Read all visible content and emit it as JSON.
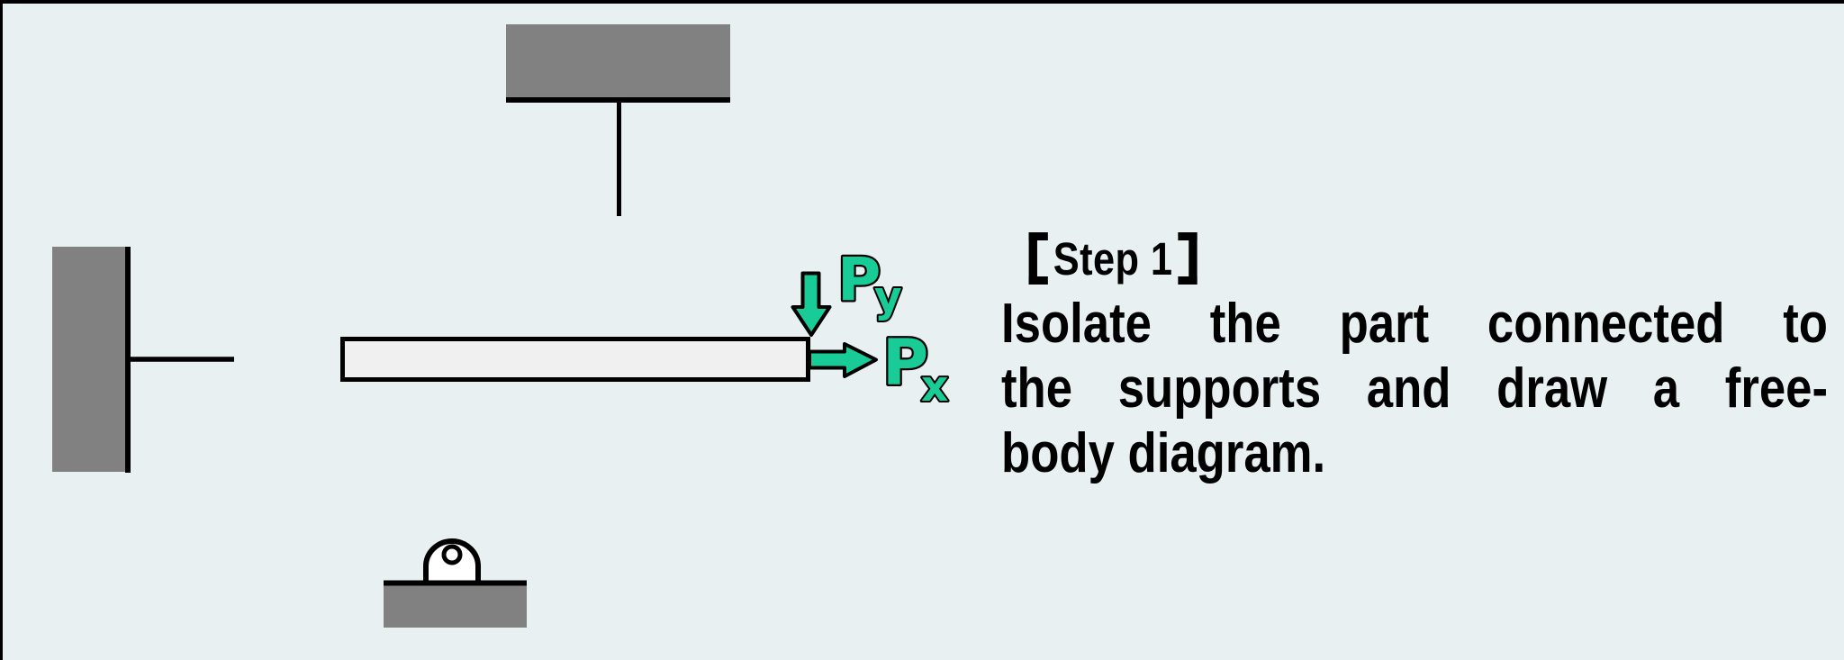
{
  "colors": {
    "background": "#E9F0F1",
    "frame_border": "#000000",
    "support_gray": "#818181",
    "beam_fill": "#F0F0F0",
    "line_black": "#000000",
    "force_teal": "#19CB97",
    "text_black": "#000000"
  },
  "forces": {
    "py_main": "P",
    "py_sub": "y",
    "px_main": "P",
    "px_sub": "x"
  },
  "instruction": {
    "bracket_open": "【",
    "step_label": "Step 1",
    "bracket_close": "】",
    "line2": "Isolate the part connected to",
    "line3": "the supports and draw a free-",
    "line4": "body diagram."
  }
}
